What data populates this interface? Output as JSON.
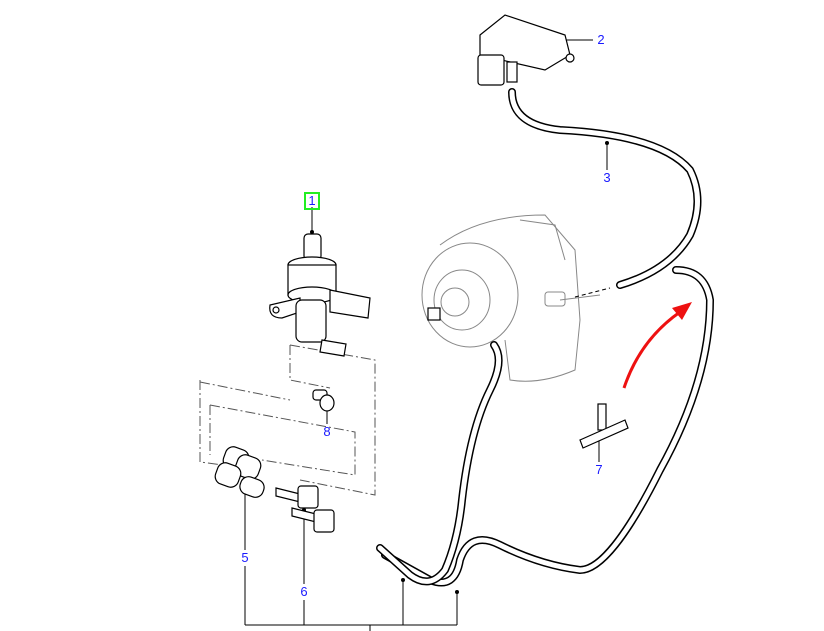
{
  "diagram": {
    "callouts": [
      {
        "id": "1",
        "label": "1",
        "selected": true
      },
      {
        "id": "2",
        "label": "2"
      },
      {
        "id": "3",
        "label": "3"
      },
      {
        "id": "5",
        "label": "5"
      },
      {
        "id": "6",
        "label": "6"
      },
      {
        "id": "7",
        "label": "7"
      },
      {
        "id": "8",
        "label": "8"
      }
    ],
    "colors": {
      "callout": "#1a1aff",
      "selection": "#22ee22",
      "arrow": "#ee1111"
    }
  }
}
